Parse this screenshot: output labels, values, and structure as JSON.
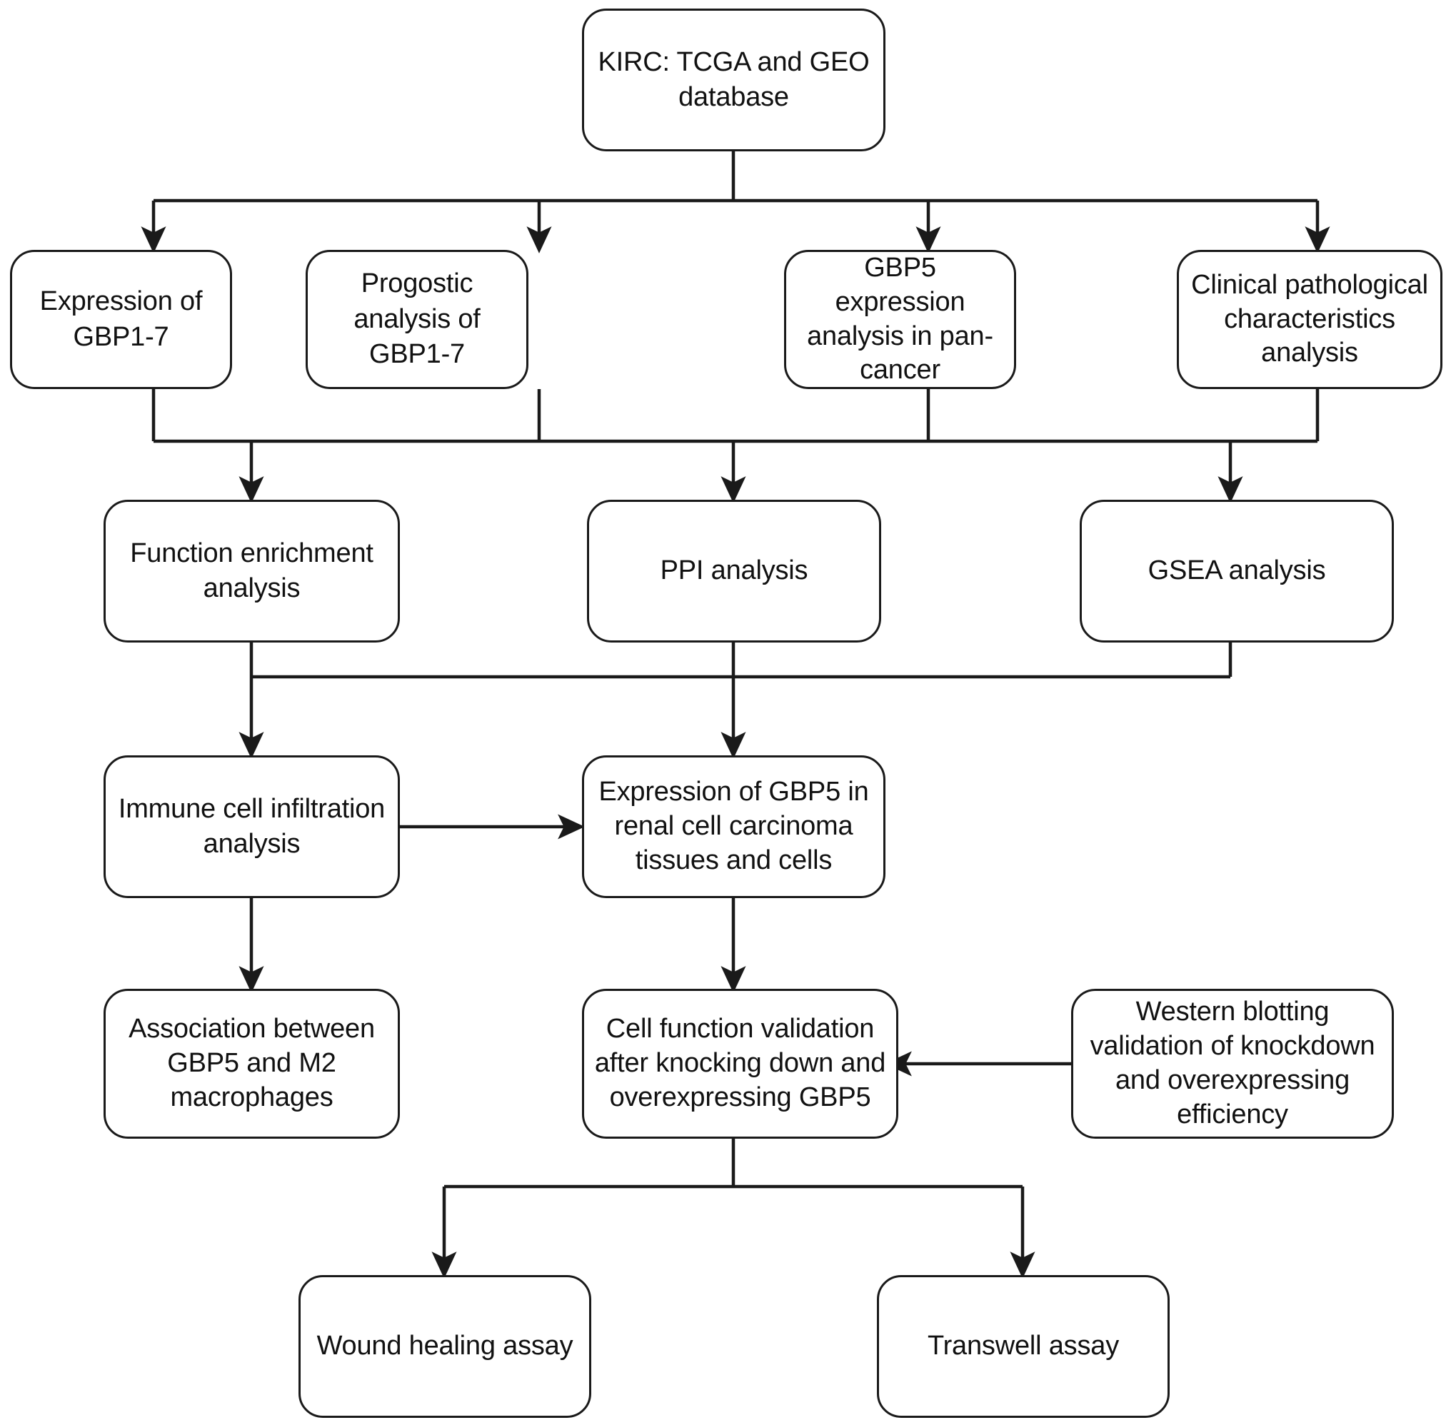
{
  "figure": {
    "type": "flowchart",
    "title": "KIRC GBP5 study workflow",
    "orientation": "top-to-bottom",
    "style": {
      "node_fill": "#ffffff",
      "node_border": "#1a1a1a",
      "text_color": "#111111",
      "connector_color": "#1a1a1a",
      "node_shape": "rounded-rectangle",
      "background": "#ffffff"
    }
  },
  "nodes": {
    "source": {
      "label": "KIRC: TCGA and GEO database"
    },
    "expression_gbp": {
      "label": "Expression of GBP1-7"
    },
    "prognostic_gbp": {
      "label": "Progostic analysis of GBP1-7"
    },
    "pan_cancer": {
      "label": "GBP5 expression analysis in pan-cancer"
    },
    "clinical_path": {
      "label": "Clinical pathological characteristics analysis"
    },
    "function_enrichment": {
      "label": "Function enrichment analysis"
    },
    "ppi": {
      "label": "PPI analysis"
    },
    "gsea": {
      "label": "GSEA analysis"
    },
    "immune_infiltration": {
      "label": "Immune cell infiltration analysis"
    },
    "gbp5_tissue": {
      "label": "Expression of GBP5 in renal cell carcinoma tissues and cells"
    },
    "m2_association": {
      "label": "Association between GBP5 and M2 macrophages"
    },
    "cell_function": {
      "label": "Cell function validation after knocking down and overexpressing GBP5"
    },
    "western_blot": {
      "label": "Western blotting validation of knockdown and overexpressing efficiency"
    },
    "wound_healing": {
      "label": "Wound healing assay"
    },
    "transwell": {
      "label": "Transwell assay"
    }
  },
  "edges": [
    {
      "from": "source",
      "to": "expression_gbp",
      "arrow": true
    },
    {
      "from": "source",
      "to": "prognostic_gbp",
      "arrow": true
    },
    {
      "from": "source",
      "to": "pan_cancer",
      "arrow": true
    },
    {
      "from": "source",
      "to": "clinical_path",
      "arrow": true
    },
    {
      "from": "expression_gbp",
      "to": "function_enrichment",
      "arrow": true
    },
    {
      "from": "prognostic_gbp",
      "to": "ppi",
      "arrow": true
    },
    {
      "from": "pan_cancer",
      "to": "ppi",
      "arrow": true
    },
    {
      "from": "clinical_path",
      "to": "gsea",
      "arrow": true
    },
    {
      "from": "function_enrichment",
      "to": "immune_infiltration",
      "arrow": true
    },
    {
      "from": "ppi",
      "to": "gbp5_tissue",
      "arrow": true
    },
    {
      "from": "gsea",
      "to": "immune_infiltration",
      "arrow": true
    },
    {
      "from": "immune_infiltration",
      "to": "gbp5_tissue",
      "arrow": true,
      "direction": "left-to-right"
    },
    {
      "from": "immune_infiltration",
      "to": "m2_association",
      "arrow": true
    },
    {
      "from": "gbp5_tissue",
      "to": "cell_function",
      "arrow": true
    },
    {
      "from": "western_blot",
      "to": "cell_function",
      "arrow": true,
      "direction": "right-to-left"
    },
    {
      "from": "cell_function",
      "to": "wound_healing",
      "arrow": true
    },
    {
      "from": "cell_function",
      "to": "transwell",
      "arrow": true
    }
  ]
}
